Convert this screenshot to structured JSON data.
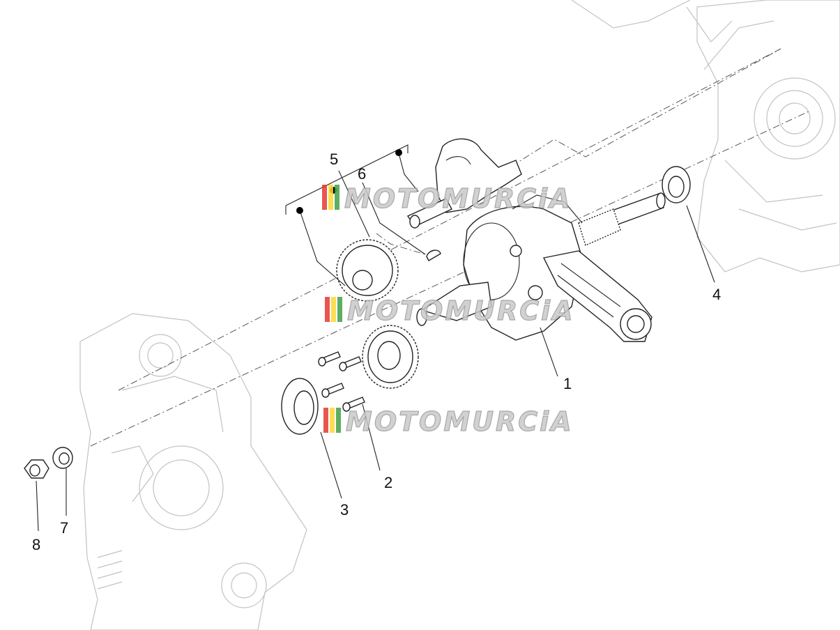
{
  "callouts": {
    "c1": "1",
    "c2": "2",
    "c3": "3",
    "c4": "4",
    "c5": "5",
    "c6": "6",
    "c7": "7",
    "c8": "8"
  },
  "watermark": {
    "text": "MOTOMURCiA",
    "colors": [
      "#e53935",
      "#fdd835",
      "#43a047"
    ]
  }
}
